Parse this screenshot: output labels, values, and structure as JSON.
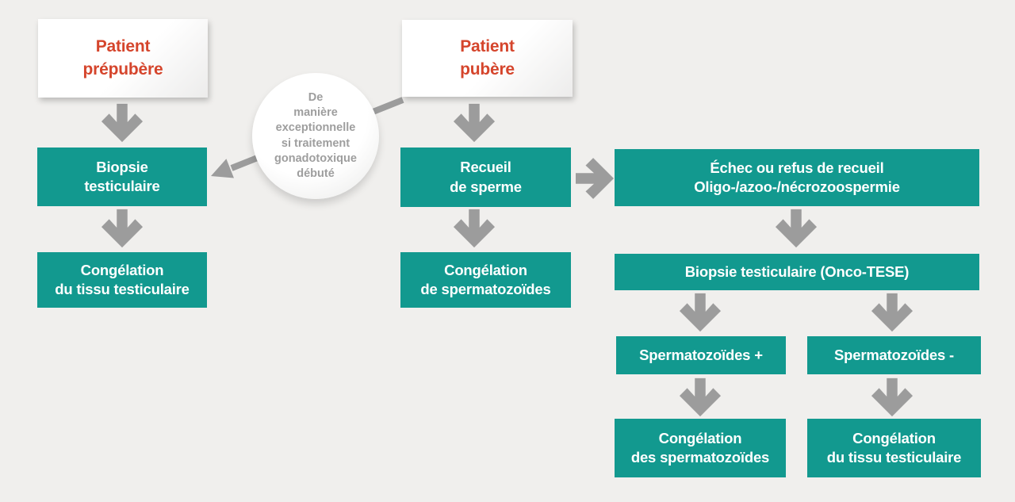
{
  "palette": {
    "background": "#f0efed",
    "node_fill_teal": "#12998f",
    "node_text_white": "#ffffff",
    "patient_box_fill": "#ffffff",
    "patient_text_red": "#d5452c",
    "arrow_gray": "#9c9c9c",
    "note_text_gray": "#9e9e9e"
  },
  "boxes": {
    "patient_prepubere": {
      "line1": "Patient",
      "line2": "prépubère"
    },
    "patient_pubere": {
      "line1": "Patient",
      "line2": "pubère"
    },
    "biopsie_testiculaire": {
      "line1": "Biopsie",
      "line2": "testiculaire"
    },
    "congelation_tissu_gauche": {
      "line1": "Congélation",
      "line2": "du tissu testiculaire"
    },
    "recueil_sperme": {
      "line1": "Recueil",
      "line2": "de sperme"
    },
    "congelation_spermatozoides_milieu": {
      "line1": "Congélation",
      "line2": "de spermatozoïdes"
    },
    "echec_refus": {
      "line1": "Échec ou refus de recueil",
      "line2": "Oligo-/azoo-/nécrozoospermie"
    },
    "onco_tese": {
      "line1": "Biopsie testiculaire (Onco-TESE)"
    },
    "spermatozoides_plus": {
      "line1": "Spermatozoïdes +"
    },
    "spermatozoides_moins": {
      "line1": "Spermatozoïdes -"
    },
    "congelation_des_spermatozoides": {
      "line1": "Congélation",
      "line2": "des spermatozoïdes"
    },
    "congelation_tissu_droite": {
      "line1": "Congélation",
      "line2": "du tissu testiculaire"
    }
  },
  "note_circle": {
    "lines": [
      "De",
      "manière",
      "exceptionnelle",
      "si traitement",
      "gonadotoxique",
      "débuté"
    ]
  }
}
